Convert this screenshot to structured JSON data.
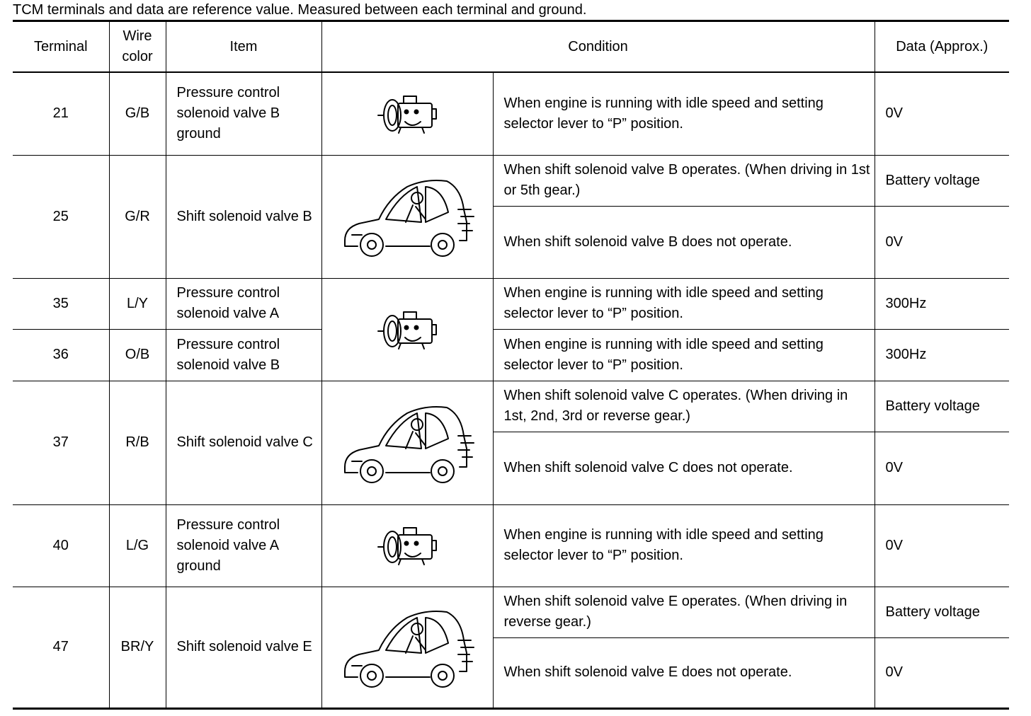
{
  "caption": "TCM terminals and data are reference value. Measured between each terminal and ground.",
  "headers": {
    "terminal": "Terminal",
    "wire_color": "Wire color",
    "item": "Item",
    "condition": "Condition",
    "data": "Data (Approx.)"
  },
  "rows": [
    {
      "terminal": "21",
      "wire": "G/B",
      "item": "Pressure control solenoid valve B ground",
      "icon": "engine-icon",
      "cond": "When engine is running with idle speed and setting selector lever to “P” position.",
      "data": "0V"
    },
    {
      "terminal": "25",
      "wire": "G/R",
      "item": "Shift solenoid valve B",
      "icon": "driving-car-icon",
      "cond_a": "When shift solenoid valve B operates. (When driving in 1st or 5th gear.)",
      "data_a": "Battery voltage",
      "cond_b": "When shift solenoid valve B does not operate.",
      "data_b": "0V"
    },
    {
      "terminal": "35",
      "wire": "L/Y",
      "item": "Pressure control solenoid valve A",
      "icon": "engine-icon",
      "cond": "When engine is running with idle speed and setting selector lever to “P” position.",
      "data": "300Hz"
    },
    {
      "terminal": "36",
      "wire": "O/B",
      "item": "Pressure control solenoid valve B",
      "cond": "When engine is running with idle speed and setting selector lever to “P” position.",
      "data": "300Hz"
    },
    {
      "terminal": "37",
      "wire": "R/B",
      "item": "Shift solenoid valve C",
      "icon": "driving-car-icon",
      "cond_a": "When shift solenoid valve C operates. (When driving in 1st, 2nd, 3rd or reverse gear.)",
      "data_a": "Battery voltage",
      "cond_b": "When shift solenoid valve C does not operate.",
      "data_b": "0V"
    },
    {
      "terminal": "40",
      "wire": "L/G",
      "item": "Pressure control solenoid valve A ground",
      "icon": "engine-icon",
      "cond": "When engine is running with idle speed and setting selector lever to “P” position.",
      "data": "0V"
    },
    {
      "terminal": "47",
      "wire": "BR/Y",
      "item": "Shift solenoid valve E",
      "icon": "driving-car-icon",
      "cond_a": "When shift solenoid valve E operates. (When driving in reverse gear.)",
      "data_a": "Battery voltage",
      "cond_b": "When shift solenoid valve E does not operate.",
      "data_b": "0V"
    }
  ]
}
